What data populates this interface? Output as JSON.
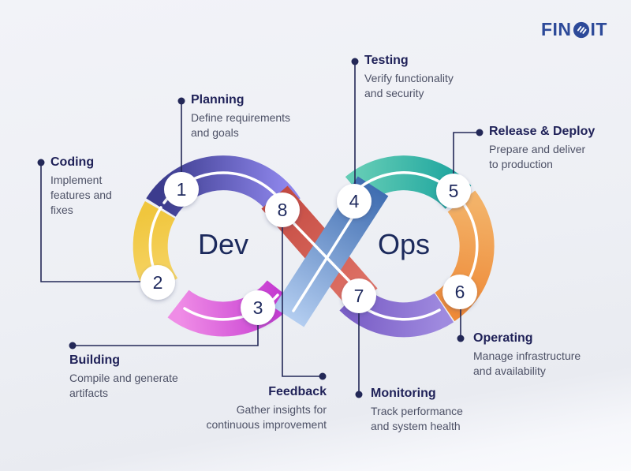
{
  "logo": {
    "prefix": "FIN",
    "suffix": "IT",
    "ball_icon": "finoit-ball-icon"
  },
  "diagram": {
    "dev_label": "Dev",
    "ops_label": "Ops",
    "stages": [
      {
        "number": "1",
        "title": "Planning",
        "description": "Define requirements\nand goals"
      },
      {
        "number": "2",
        "title": "Coding",
        "description": "Implement\nfeatures and\nfixes"
      },
      {
        "number": "3",
        "title": "Building",
        "description": "Compile and generate\nartifacts"
      },
      {
        "number": "4",
        "title": "Testing",
        "description": "Verify functionality\nand security"
      },
      {
        "number": "5",
        "title": "Release & Deploy",
        "description": "Prepare and deliver\nto production"
      },
      {
        "number": "6",
        "title": "Operating",
        "description": "Manage infrastructure\nand availability"
      },
      {
        "number": "7",
        "title": "Monitoring",
        "description": "Track performance\nand system health"
      },
      {
        "number": "8",
        "title": "Feedback",
        "description": "Gather insights for\ncontinuous improvement"
      }
    ],
    "colors": {
      "background": "#edeff4",
      "title_text": "#1f2158",
      "description_text": "#4d5166",
      "callout_line": "#232857",
      "node_fill": "#ffffff",
      "node_number_text": "#1f2a5e",
      "logo_navy": "#2d4a99",
      "segments": {
        "planning_indigo": [
          "#3c3c8e",
          "#8d85ea"
        ],
        "coding_yellow": [
          "#f0c63d",
          "#f8d973"
        ],
        "building_magenta": [
          "#ef8ce6",
          "#c438d0"
        ],
        "testing_blue": [
          "#b3cdf0",
          "#3f6db1"
        ],
        "release_teal": [
          "#63ccb5",
          "#1ca49e"
        ],
        "operating_orange": [
          "#f3b268",
          "#ee8a38"
        ],
        "monitoring_purple": [
          "#7a5ec6",
          "#9f8adf"
        ],
        "feedback_red": [
          "#c44a41",
          "#e07468"
        ]
      }
    }
  }
}
